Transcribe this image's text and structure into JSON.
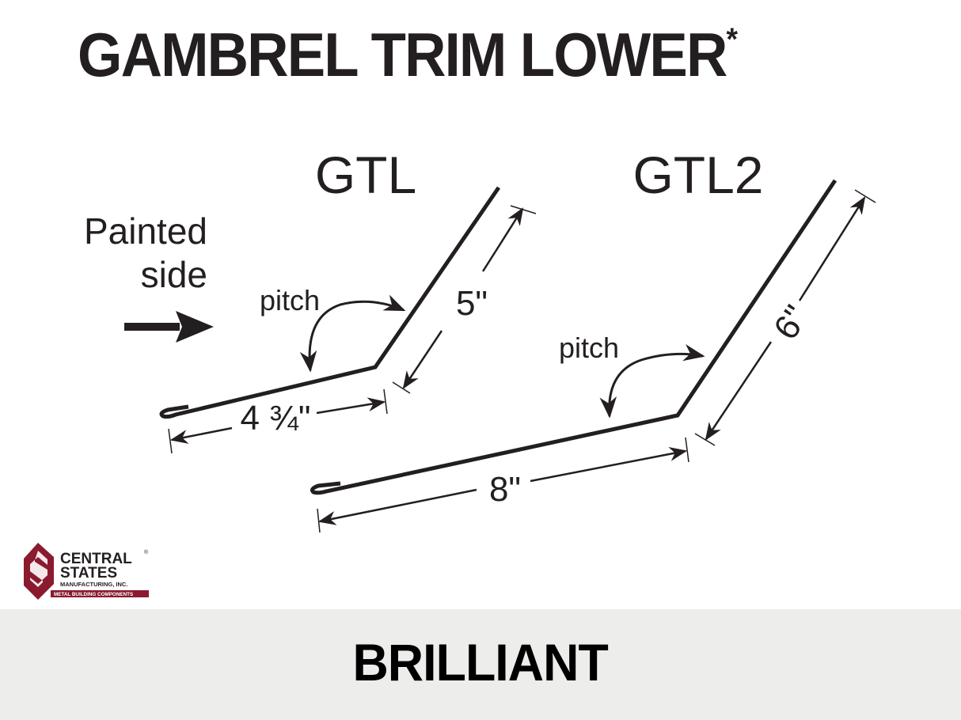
{
  "header": {
    "title": "GAMBREL TRIM LOWER",
    "title_mark": "*"
  },
  "annotation": {
    "line1": "Painted",
    "line2": "side",
    "arrow_icon": "right-arrow-icon"
  },
  "profiles": [
    {
      "name": "GTL",
      "pitch_label": "pitch",
      "leg_short": "4 ¾\"",
      "leg_long": "5\""
    },
    {
      "name": "GTL2",
      "pitch_label": "pitch",
      "leg_short": "8\"",
      "leg_long": "6\""
    }
  ],
  "logo": {
    "line1": "CENTRAL",
    "line2": "STATES",
    "line3": "MANUFACTURING, INC.",
    "tagline": "METAL BUILDING COMPONENTS",
    "mark": "®",
    "brand_color": "#8b1a2f"
  },
  "footer": {
    "color_name": "BRILLIANT",
    "background": "#ededeb"
  }
}
